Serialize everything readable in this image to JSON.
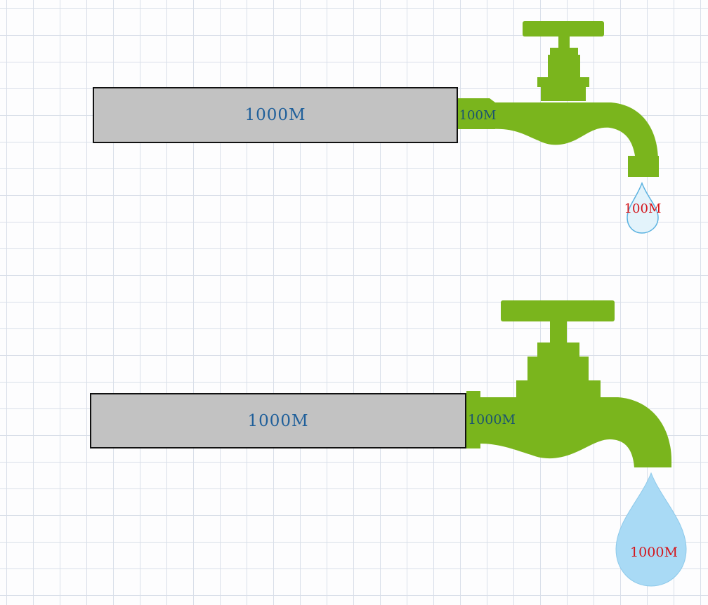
{
  "colors": {
    "faucet": "#7ab51d",
    "pipe": "#c2c2c2",
    "pipe_text": "#1f5f9a",
    "inlet_text": "#1b5470",
    "drop_text": "#d4151b",
    "drop_fill": "#a9daf5",
    "grid": "#d9dfe9"
  },
  "top_setup": {
    "pipe_label": "1000M",
    "inlet_label": "100M",
    "drop_label": "100M"
  },
  "bottom_setup": {
    "pipe_label": "1000M",
    "inlet_label": "1000M",
    "drop_label": "1000M"
  }
}
